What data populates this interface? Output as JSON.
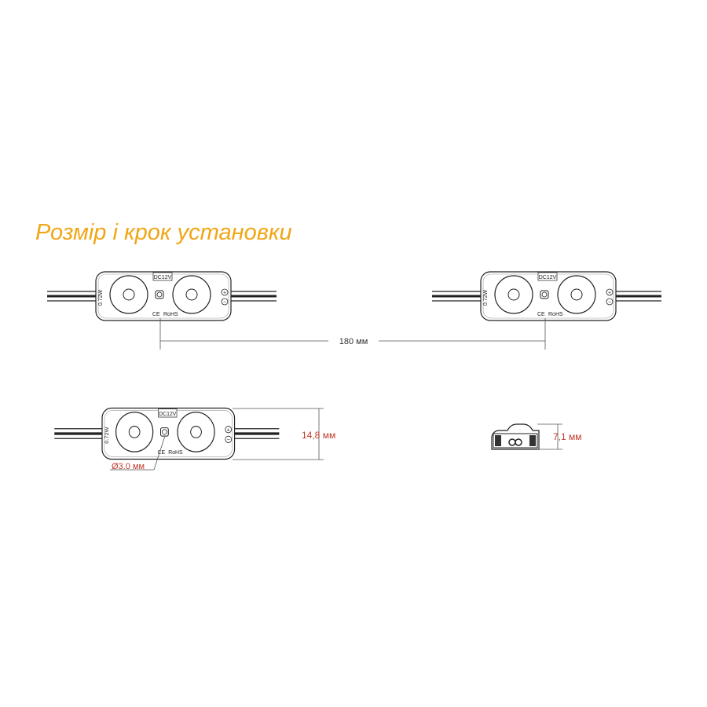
{
  "title": "Розмір і крок установки",
  "colors": {
    "title": "#f0a616",
    "dimension": "#c0392b",
    "outline": "#222222",
    "dimline": "#555555"
  },
  "module": {
    "voltage_label": "DC12V",
    "power_label": "0.72W",
    "cert_label": "RoHS",
    "ce_label": "CE",
    "plus_symbol": "+",
    "minus_symbol": "−"
  },
  "dimensions": {
    "pitch": "180 мм",
    "height": "14,8 мм",
    "thickness": "7,1 мм",
    "hole": "Ø3.0 мм"
  },
  "icons": [
    "plus-terminal-icon",
    "minus-terminal-icon",
    "ce-mark-icon"
  ]
}
